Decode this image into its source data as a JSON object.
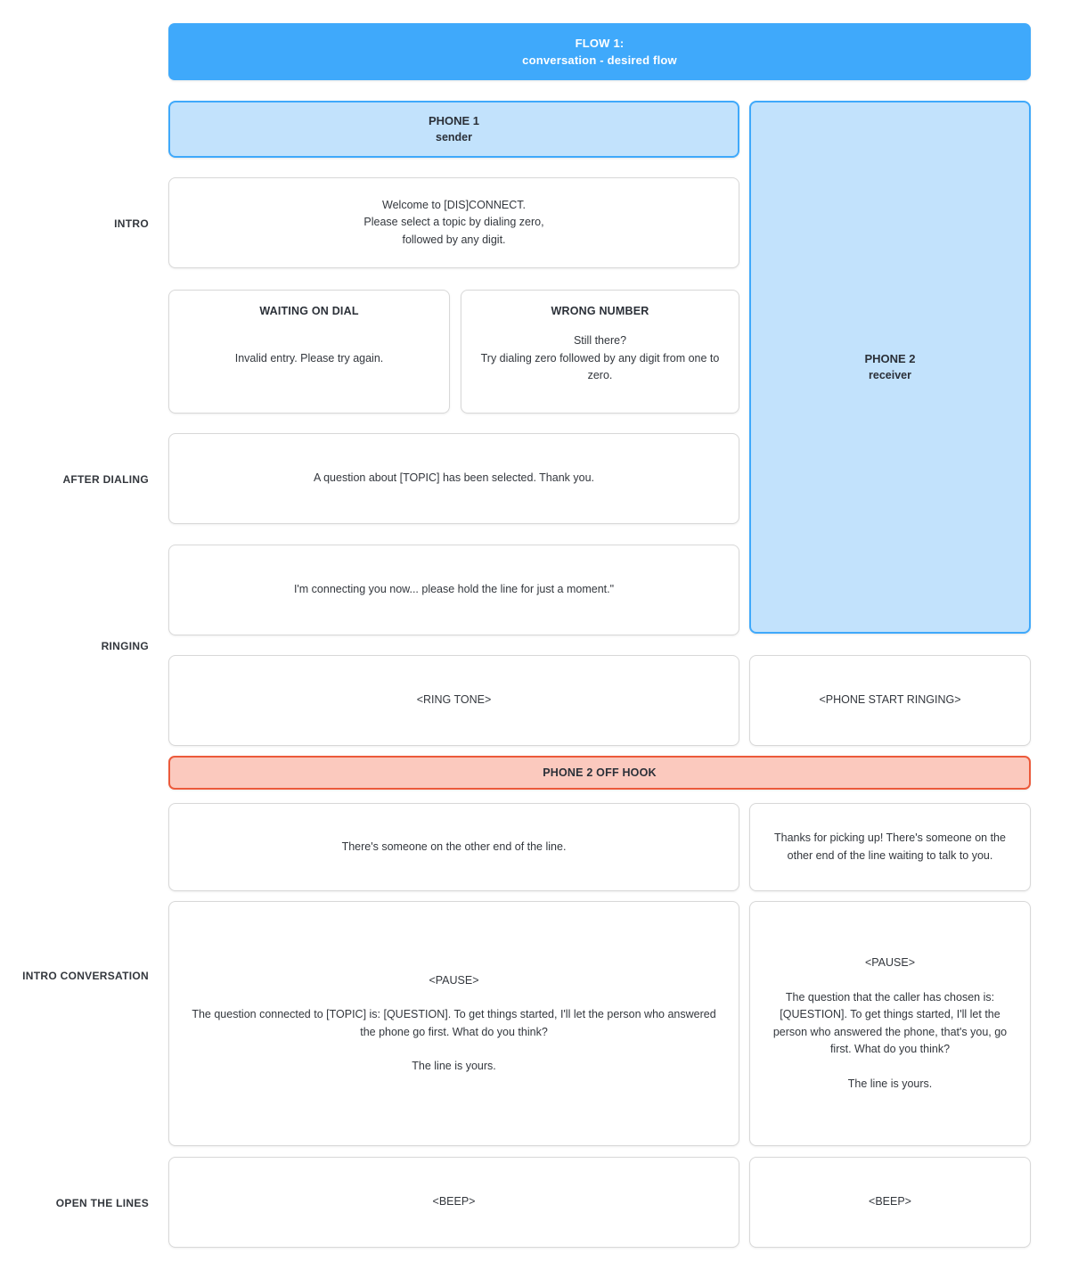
{
  "flow": {
    "title_line1": "FLOW 1:",
    "title_line2": "conversation - desired flow",
    "accent_blue": "#3fa9fb",
    "panel_blue": "#c2e2fc",
    "alert_border": "#ec5a3b",
    "alert_fill": "#fbc9be"
  },
  "columns": {
    "phone1": {
      "title": "PHONE 1",
      "subtitle": "sender"
    },
    "phone2": {
      "title": "PHONE 2",
      "subtitle": "receiver"
    }
  },
  "row_labels": {
    "intro": "INTRO",
    "after_dialing": "AFTER DIALING",
    "ringing": "RINGING",
    "intro_conversation": "INTRO CONVERSATION",
    "open_the_lines": "OPEN THE LINES"
  },
  "cards": {
    "welcome": {
      "line1": "Welcome to [DIS]CONNECT.",
      "line2": "Please select a topic by dialing zero,",
      "line3": "followed by any digit."
    },
    "waiting_on_dial": {
      "title": "WAITING ON DIAL",
      "body": "Invalid entry. Please try again."
    },
    "wrong_number": {
      "title": "WRONG NUMBER",
      "line1": "Still there?",
      "line2": "Try dialing zero followed by any digit from one to zero."
    },
    "topic_selected": {
      "body": "A question about [TOPIC] has been selected. Thank you."
    },
    "connecting": {
      "body": "I'm connecting you now... please hold the line for just a moment.\""
    },
    "ring_tone": {
      "body": "<RING TONE>"
    },
    "phone_start_ringing": {
      "body": "<PHONE START RINGING>"
    },
    "off_hook": {
      "label": "PHONE 2 OFF HOOK"
    },
    "someone_on_line_p1": {
      "body": "There's someone on the other end of the line."
    },
    "someone_on_line_p2": {
      "body": "Thanks for picking up! There's someone on the other end of the line waiting to talk to you."
    },
    "intro_conv_p1": {
      "pause": "<PAUSE>",
      "main": "The question connected to [TOPIC] is: [QUESTION]. To get things started, I'll let the person who answered the phone go first. What do you think?",
      "closing": "The line is yours."
    },
    "intro_conv_p2": {
      "pause": "<PAUSE>",
      "main": "The question that the caller has chosen is: [QUESTION]. To get things started, I'll let the person who answered the phone, that's you, go first. What do you think?",
      "closing": "The line is yours."
    },
    "beep_p1": {
      "body": "<BEEP>"
    },
    "beep_p2": {
      "body": "<BEEP>"
    }
  }
}
